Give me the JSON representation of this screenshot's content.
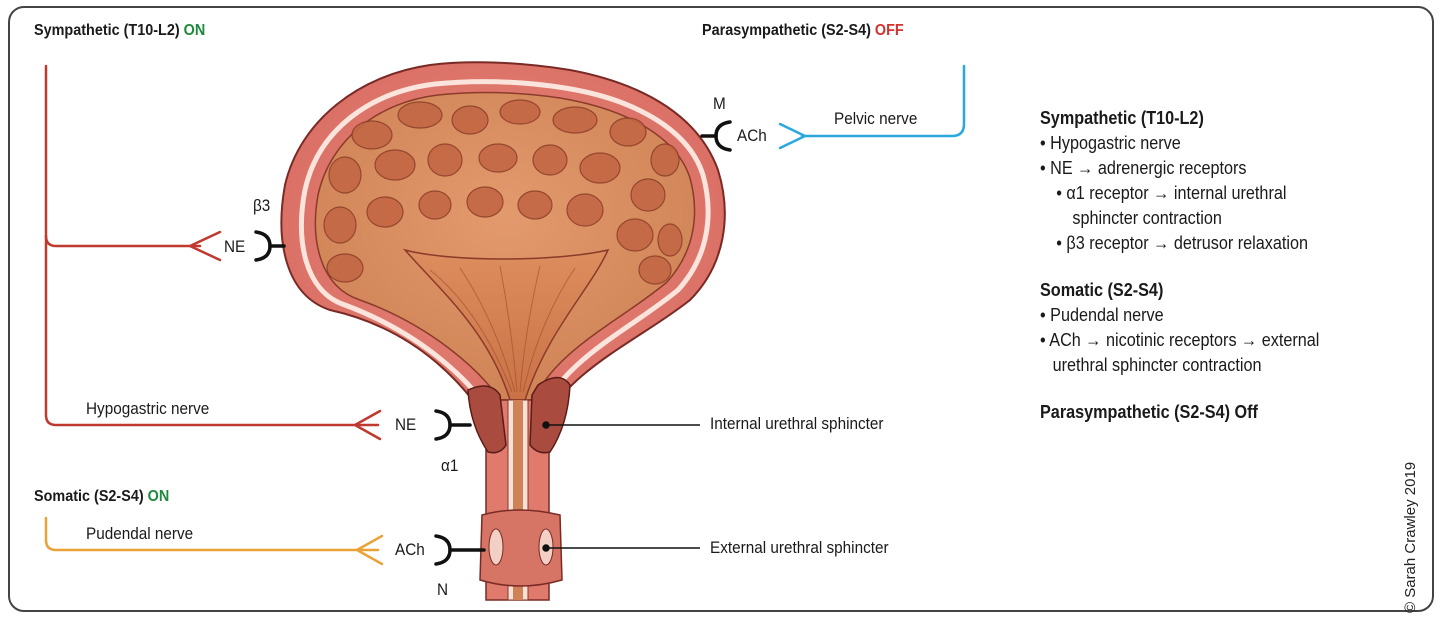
{
  "headers": {
    "sympathetic": {
      "label": "Sympathetic (T10-L2)",
      "state": "ON"
    },
    "parasympathetic": {
      "label": "Parasympathetic (S2-S4)",
      "state": "OFF"
    },
    "somatic": {
      "label": "Somatic (S2-S4)",
      "state": "ON"
    }
  },
  "nerves": {
    "pelvic": "Pelvic nerve",
    "hypogastric": "Hypogastric nerve",
    "pudendal": "Pudendal nerve"
  },
  "synapses": {
    "m_receptor": "M",
    "ach_top": "ACh",
    "beta3": "β3",
    "ne_upper": "NE",
    "ne_lower": "NE",
    "alpha1": "α1",
    "ach_bottom": "ACh",
    "n_receptor": "N"
  },
  "structures": {
    "internal": "Internal urethral sphincter",
    "external": "External urethral sphincter"
  },
  "summary": {
    "sympathetic_title": "Sympathetic (T10-L2)",
    "sym_items": [
      "Hypogastric nerve",
      "NE → adrenergic receptors"
    ],
    "sym_subitems": [
      "α1 receptor → internal urethral",
      "sphincter contraction",
      "β3 receptor → detrusor relaxation"
    ],
    "somatic_title": "Somatic (S2-S4)",
    "som_items": [
      "Pudendal nerve",
      "ACh → nicotinic receptors → external",
      "urethral sphincter contraction"
    ],
    "parasympathetic_line": "Parasympathetic (S2-S4) Off"
  },
  "copyright": "© Sarah Crawley 2019",
  "colors": {
    "sympathetic": "#c0392f",
    "parasympathetic": "#29a8df",
    "somatic": "#e8a236",
    "bladder_wall": "#de7b6f",
    "bladder_lumen": "#d58b5f",
    "on": "#1e8a3c",
    "off": "#d3322e"
  }
}
